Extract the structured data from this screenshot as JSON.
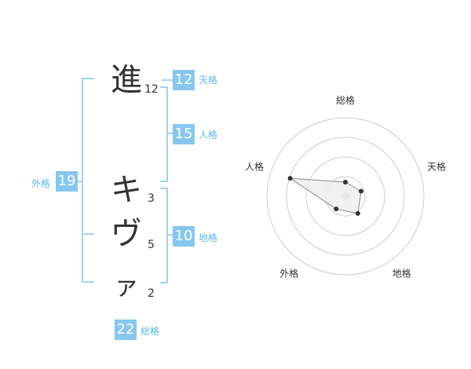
{
  "name_chars": [
    {
      "char": "進",
      "strokes": "12"
    },
    {
      "char": "キ",
      "strokes": "3"
    },
    {
      "char": "ヴ",
      "strokes": "5"
    },
    {
      "char": "ァ",
      "strokes": "2"
    }
  ],
  "scores": {
    "tenkaku": {
      "value": "12",
      "label": "天格"
    },
    "jinkaku": {
      "value": "15",
      "label": "人格"
    },
    "chikaku": {
      "value": "10",
      "label": "地格"
    },
    "gaikaku": {
      "value": "19",
      "label": "外格"
    },
    "soukaku": {
      "value": "22",
      "label": "総格"
    }
  },
  "chart_data": {
    "type": "radar",
    "axes": [
      "総格",
      "天格",
      "地格",
      "外格",
      "人格"
    ],
    "values": [
      0.18,
      0.21,
      0.27,
      0.2,
      0.74
    ],
    "rings": 4,
    "colors": {
      "fill": "#eeeeee",
      "line": "#888888",
      "point": "#333333",
      "ring": "#cccccc",
      "center": "#cccccc"
    }
  }
}
